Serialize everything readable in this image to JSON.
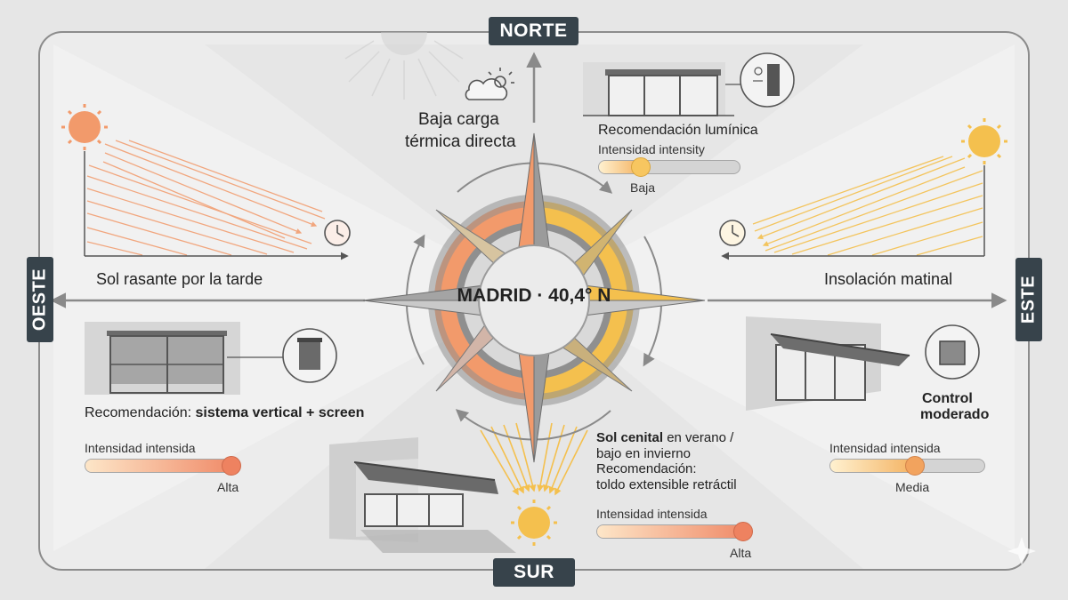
{
  "directions": {
    "north": "NORTE",
    "south": "SUR",
    "east": "ESTE",
    "west": "OESTE"
  },
  "center": {
    "label": "MADRID · 40,4° N"
  },
  "north": {
    "caption_line1": "Baja carga",
    "caption_line2": "térmica directa"
  },
  "north_card": {
    "title": "Recomendación lumínica",
    "intensity_label": "Intensidad intensity",
    "level": 0.3,
    "level_label": "Baja"
  },
  "west": {
    "caption": "Sol rasante por la tarde",
    "recommendation_prefix": "Recomendación: ",
    "recommendation_bold": "sistema vertical + screen",
    "intensity_label": "Intensidad intensida",
    "level": 0.95,
    "level_label": "Alta"
  },
  "east": {
    "caption": "Insolación matinal",
    "control_line1": "Control",
    "control_line2": "moderado",
    "intensity_label": "Intensidad intensida",
    "level": 0.55,
    "level_label": "Media"
  },
  "south": {
    "line1_bold": "Sol cenital",
    "line1_rest": " en verano /",
    "line2": "bajo en invierno",
    "line3": "Recomendación:",
    "line4": "toldo extensible retráctil",
    "intensity_label": "Intensidad intensida",
    "level": 0.95,
    "level_label": "Alta"
  },
  "colors": {
    "background": "#e6e6e6",
    "label_bg": "#37434b",
    "sun_orange": "#f29a6b",
    "sun_yellow": "#f4c04e",
    "compass_gray": "#8f8f8f"
  }
}
